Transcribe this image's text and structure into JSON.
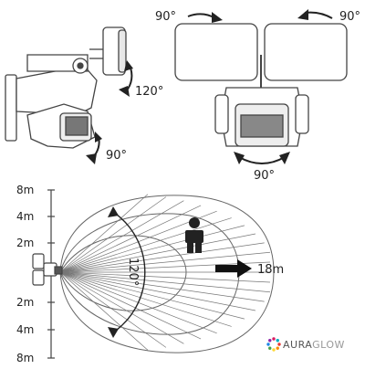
{
  "colors": {
    "line": "#444444",
    "device_fill": "#ffffff",
    "device_dark": "#555555",
    "person": "#222222",
    "arrow": "#111111",
    "brand_text": "#555555"
  },
  "rotations": {
    "side_head_angle": "120°",
    "side_sensor_angle": "90°",
    "front_left_angle": "90°",
    "front_right_angle": "90°",
    "front_sensor_angle": "90°"
  },
  "coverage": {
    "vertical_labels": [
      "8m",
      "4m",
      "2m",
      "2m",
      "4m",
      "8m"
    ],
    "angle_label": "120°",
    "range_label": "18m",
    "icons": [
      "person-icon",
      "range-arrow-icon"
    ]
  },
  "brand": {
    "name_prefix": "AURA",
    "name_suffix": "GLOW"
  }
}
